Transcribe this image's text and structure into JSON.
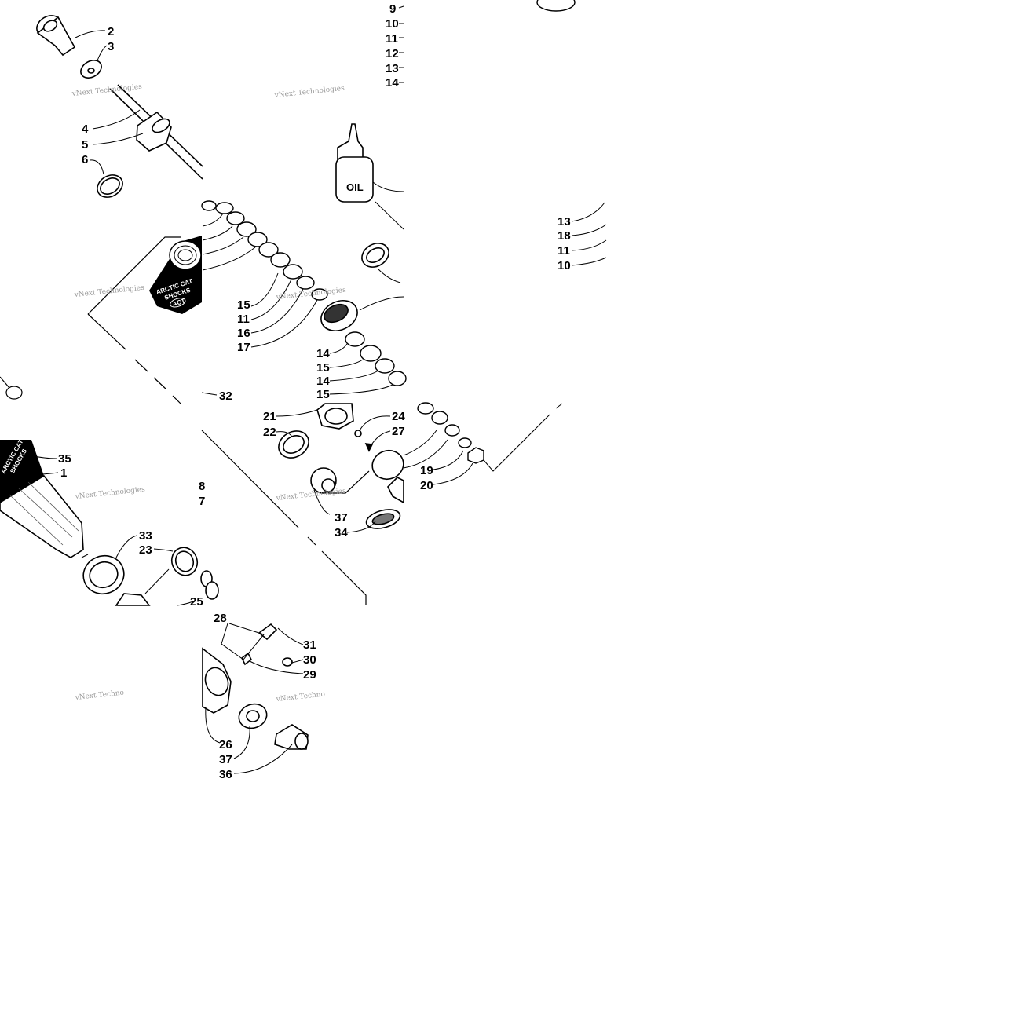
{
  "oil_label": "OIL",
  "logo": {
    "line1": "ARCTIC CAT",
    "line2": "SHOCKS",
    "badge": "ACT"
  },
  "watermark": "vNext Technologies",
  "watermark_short": "vNext Techno",
  "callouts": [
    {
      "id": "c2",
      "text": "2"
    },
    {
      "id": "c3",
      "text": "3"
    },
    {
      "id": "c4",
      "text": "4"
    },
    {
      "id": "c5",
      "text": "5"
    },
    {
      "id": "c6",
      "text": "6"
    },
    {
      "id": "c9",
      "text": "9"
    },
    {
      "id": "c10a",
      "text": "10"
    },
    {
      "id": "c11a",
      "text": "11"
    },
    {
      "id": "c12",
      "text": "12"
    },
    {
      "id": "c13a",
      "text": "13"
    },
    {
      "id": "c14a",
      "text": "14"
    },
    {
      "id": "c13b",
      "text": "13"
    },
    {
      "id": "c18",
      "text": "18"
    },
    {
      "id": "c11b",
      "text": "11"
    },
    {
      "id": "c10b",
      "text": "10"
    },
    {
      "id": "c15a",
      "text": "15"
    },
    {
      "id": "c11c",
      "text": "11"
    },
    {
      "id": "c16",
      "text": "16"
    },
    {
      "id": "c17",
      "text": "17"
    },
    {
      "id": "c14b",
      "text": "14"
    },
    {
      "id": "c15b",
      "text": "15"
    },
    {
      "id": "c14c",
      "text": "14"
    },
    {
      "id": "c15c",
      "text": "15"
    },
    {
      "id": "c32",
      "text": "32"
    },
    {
      "id": "c21",
      "text": "21"
    },
    {
      "id": "c22",
      "text": "22"
    },
    {
      "id": "c24",
      "text": "24"
    },
    {
      "id": "c27",
      "text": "27"
    },
    {
      "id": "c19",
      "text": "19"
    },
    {
      "id": "c20",
      "text": "20"
    },
    {
      "id": "c35",
      "text": "35"
    },
    {
      "id": "c1",
      "text": "1"
    },
    {
      "id": "c8",
      "text": "8"
    },
    {
      "id": "c7",
      "text": "7"
    },
    {
      "id": "c37a",
      "text": "37"
    },
    {
      "id": "c34",
      "text": "34"
    },
    {
      "id": "c33",
      "text": "33"
    },
    {
      "id": "c23",
      "text": "23"
    },
    {
      "id": "c25",
      "text": "25"
    },
    {
      "id": "c28",
      "text": "28"
    },
    {
      "id": "c31",
      "text": "31"
    },
    {
      "id": "c30",
      "text": "30"
    },
    {
      "id": "c29",
      "text": "29"
    },
    {
      "id": "c26",
      "text": "26"
    },
    {
      "id": "c37b",
      "text": "37"
    },
    {
      "id": "c36",
      "text": "36"
    }
  ]
}
